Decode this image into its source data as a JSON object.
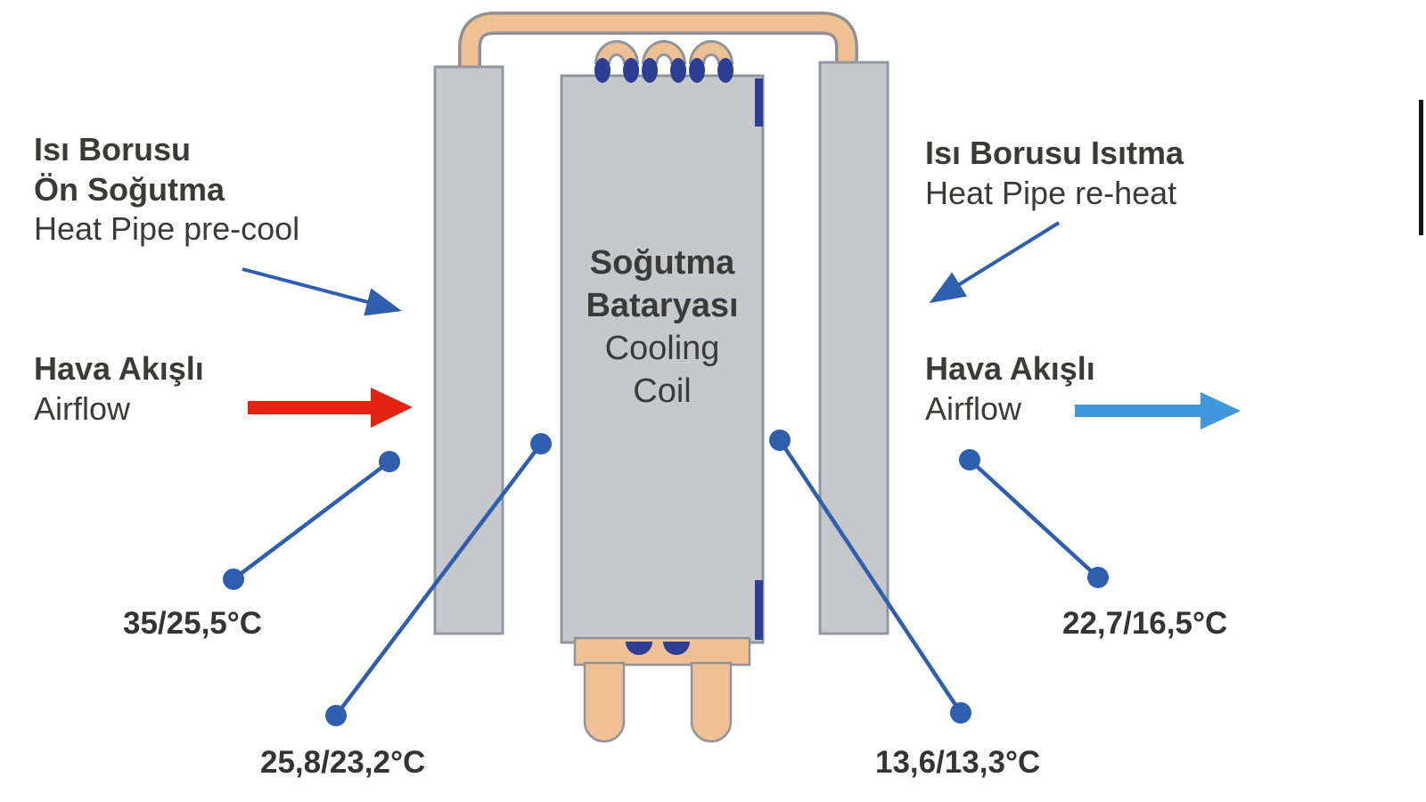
{
  "colors": {
    "panel_gray": "#c5c8cb",
    "panel_border": "#9298a0",
    "copper": "#eec094",
    "copper_outline": "#8f959b",
    "navy": "#2d3e94",
    "callout_blue": "#2e5fae",
    "airflow_out_blue": "#3f97dc",
    "airflow_in_red": "#e42313",
    "text": "#3a3a39"
  },
  "labels": {
    "precool": {
      "line1": "Isı Borusu",
      "line2": "Ön Soğutma",
      "line3": "Heat Pipe pre-cool"
    },
    "airflow_in": {
      "line1": "Hava Akışlı",
      "line2": "Airflow"
    },
    "reheat": {
      "line1": "Isı Borusu Isıtma",
      "line2": "Heat Pipe re-heat"
    },
    "airflow_out": {
      "line1": "Hava Akışlı",
      "line2": "Airflow"
    },
    "coil": {
      "line1": "Soğutma",
      "line2": "Bataryası",
      "line3": "Cooling",
      "line4": "Coil"
    }
  },
  "temperatures": {
    "inlet": "35/25,5°C",
    "after_precool": "25,8/23,2°C",
    "supply": "13,6/13,3°C",
    "outlet": "22,7/16,5°C"
  }
}
